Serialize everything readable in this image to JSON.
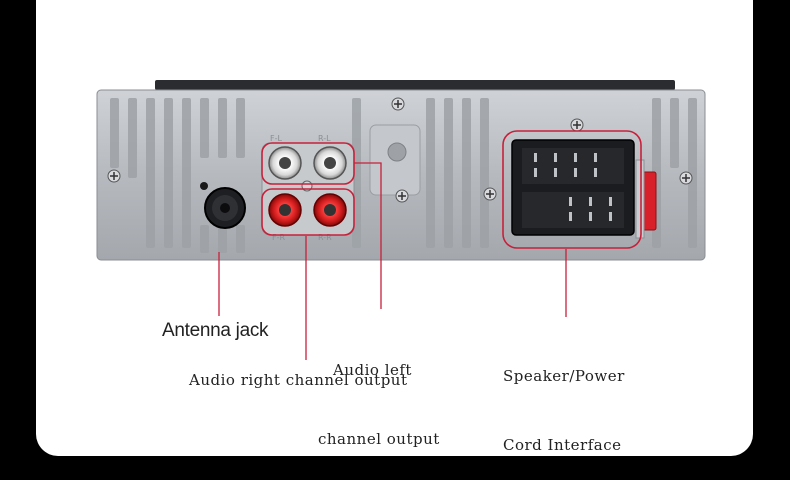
{
  "labels": {
    "antenna": "Antenna jack",
    "audio_left_line1": "Audio left",
    "audio_left_line2": "channel output",
    "audio_right": "Audio right channel output",
    "speaker_line1": "Speaker/Power",
    "speaker_line2": "Cord Interface"
  },
  "panel_marks": {
    "front_left": "F-L",
    "rear_left": "R-L",
    "front_right": "F-R",
    "rear_right": "R-R"
  },
  "colors": {
    "background": "#000000",
    "card": "#ffffff",
    "panel": "#b8bcc1",
    "callout": "#c8203a",
    "connector_red": "#d8202a"
  },
  "icons": {
    "antenna": "antenna-jack-icon",
    "rca_white": "rca-white-icon",
    "rca_red": "rca-red-icon",
    "iso": "iso-connector-icon",
    "screw": "screw-icon"
  }
}
